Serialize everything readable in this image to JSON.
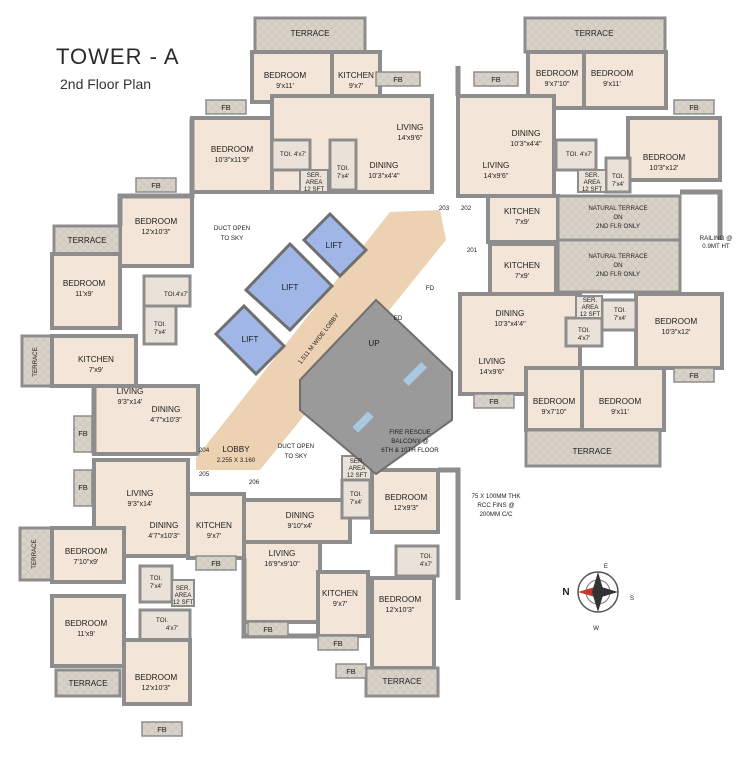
{
  "heading": {
    "title": "TOWER - A",
    "subtitle": "2nd Floor Plan"
  },
  "colors": {
    "floor": "#f3e6d8",
    "wall": "#8d8d8d",
    "lift": "#9fb6e6",
    "lobby": "#e9c9a4",
    "stair": "#9a9a9a",
    "terrace": "#d8d1c8"
  },
  "labels": {
    "terrace": "TERRACE",
    "bedroom": "BEDROOM",
    "kitchen": "KITCHEN",
    "living": "LIVING",
    "dining": "DINING",
    "fb": "FB",
    "toi": "TOI.",
    "ser_area_1": "SER.",
    "ser_area_2": "AREA",
    "ser_area_3": "12 SFT",
    "lift": "LIFT",
    "duct_1": "DUCT OPEN",
    "duct_2": "TO SKY",
    "lobby_wide": "1.511 M WIDE LOBBY",
    "lobby": "LOBBY",
    "lobby_dim": "2.255 X 3.160",
    "up": "UP",
    "fd": "FD",
    "ed": "ED",
    "fire_1": "FIRE RESCUE",
    "fire_2": "BALCONY @",
    "fire_3": "6TH & 10TH FLOOR",
    "natural_1": "NATURAL TERRACE",
    "natural_2": "ON",
    "natural_3": "2ND FLR ONLY",
    "railing_1": "RAILING @",
    "railing_2": "0.9MT HT",
    "fins_1": "75 X 100MM THK",
    "fins_2": "RCC FINS @",
    "fins_3": "200MM C/C",
    "flat_201": "201",
    "flat_202": "202",
    "flat_203": "203",
    "flat_204": "204",
    "flat_205": "205",
    "flat_206": "206",
    "compass_n": "N",
    "compass_e": "E",
    "compass_s": "S",
    "compass_w": "W"
  },
  "dims": {
    "d_9x11": "9'x11'",
    "d_9x7": "9'x7'",
    "d_9x7_10": "9'x7'10\"",
    "d_10_3x11_9": "10'3\"x11'9\"",
    "d_14x9_6": "14'x9'6\"",
    "d_4x7": "4'x7'",
    "d_7x4": "7'x4'",
    "d_10_3x4_4": "10'3\"x4'4\"",
    "d_10_3x12": "10'3\"x12'",
    "d_12x10_3": "12'x10'3\"",
    "d_11x9": "11'x9'",
    "d_7x9": "7'x9'",
    "d_9_3x14": "9'3\"x14'",
    "d_4_7x10_3": "4'7\"x10'3\"",
    "d_7_10x9": "7'10\"x9'",
    "d_9_10x4": "9'10\"x4'",
    "d_16_9x9_10": "16'9\"x9'10\"",
    "d_12x9_3": "12'x9'3\"",
    "d_12x10_3b": "12'x10'3\""
  }
}
